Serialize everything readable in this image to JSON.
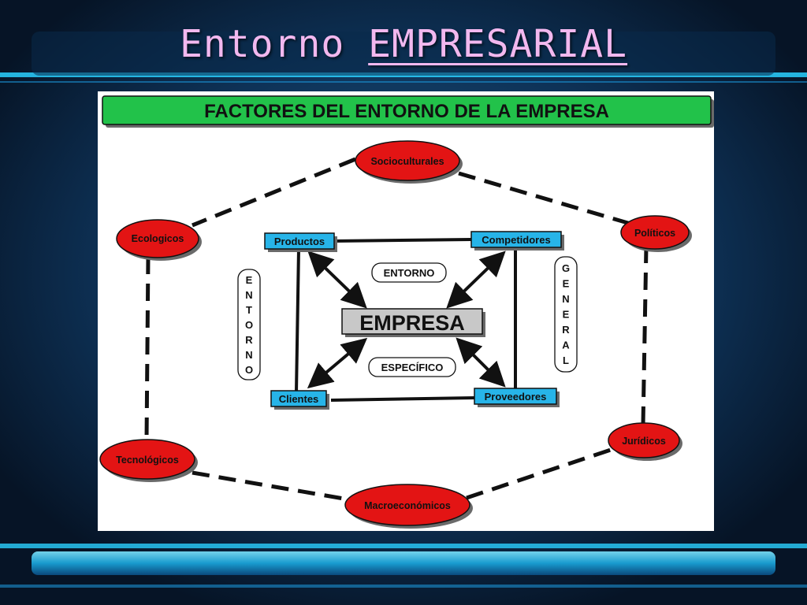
{
  "slide": {
    "title_part1": "Entorno",
    "title_part2": "EMPRESARIAL"
  },
  "diagram": {
    "banner": "FACTORES DEL ENTORNO DE LA EMPRESA",
    "center": "EMPRESA",
    "entorno_label": "ENTORNO",
    "especifico_label": "ESPECÍFICO",
    "left_vertical": [
      "E",
      "N",
      "T",
      "O",
      "R",
      "N",
      "O"
    ],
    "right_vertical": [
      "G",
      "E",
      "N",
      "E",
      "R",
      "A",
      "L"
    ],
    "specific_factors": {
      "productos": "Productos",
      "competidores": "Competidores",
      "clientes": "Clientes",
      "proveedores": "Proveedores"
    },
    "general_factors": {
      "socioculturales": "Socioculturales",
      "politicos": "Políticos",
      "juridicos": "Jurídicos",
      "macroeconomicos": "Macroeconómicos",
      "tecnologicos": "Tecnológicos",
      "ecologicos": "Ecologicos"
    }
  },
  "colors": {
    "banner_green": "#22c24a",
    "oval_red": "#e31414",
    "box_blue": "#27b4e8",
    "title_pink": "#f2b8ef"
  }
}
